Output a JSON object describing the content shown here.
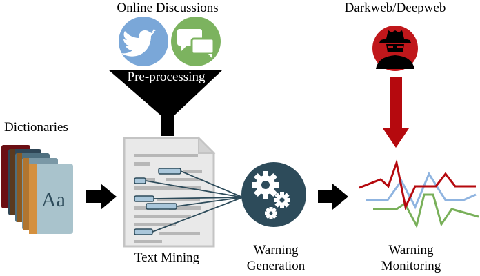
{
  "labels": {
    "online_discussions": "Online Discussions",
    "darkweb": "Darkweb/Deepweb",
    "dictionaries": "Dictionaries",
    "preprocessing": "Pre-processing",
    "text_mining": "Text Mining",
    "warning_generation_line1": "Warning",
    "warning_generation_line2": "Generation",
    "warning_monitoring_line1": "Warning",
    "warning_monitoring_line2": "Monitoring",
    "dictionary_glyph": "Aa"
  },
  "colors": {
    "twitter": "#7aa7d8",
    "chat": "#7cb35f",
    "funnel": "#000000",
    "darkweb_circle": "#c0171b",
    "darkweb_arrow": "#b5090e",
    "gear_circle": "#2d4b5a",
    "monitor_red": "#b5090e",
    "monitor_blue": "#8fb4e0",
    "monitor_green": "#79b05a"
  },
  "icons": {
    "twitter": "twitter-bird-icon",
    "chat": "chat-bubbles-icon",
    "hacker": "hacker-spy-icon",
    "gears": "gears-icon",
    "document": "document-icon",
    "books": "books-icon"
  }
}
